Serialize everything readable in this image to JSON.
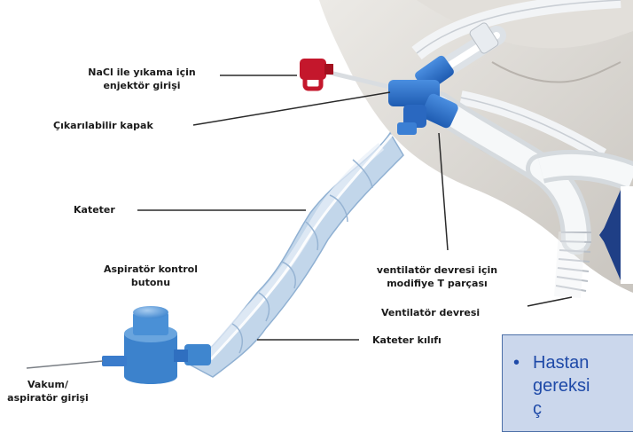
{
  "labels": {
    "nacl_line1": "NaCl ile yıkama  için",
    "nacl_line2": "enjektör girişi",
    "kapak": "Çıkarılabilir  kapak",
    "kateter": "Kateter",
    "aspirator_line1": "Aspiratör kontrol",
    "aspirator_line2": "butonu",
    "vakum_line1": "Vakum/",
    "vakum_line2": "aspiratör girişi",
    "t_parca_line1": "ventilatör devresi için",
    "t_parca_line2": "modifiye T parçası",
    "ventilator_devresi": "Ventilatör devresi",
    "kateter_kilifi": "Kateter kılıfı"
  },
  "note": {
    "line1": "Hastan",
    "line2": "gereksi",
    "line3": "ç"
  },
  "colors": {
    "tube_blue": "#2f6fc8",
    "sleeve_blue": "#b9cfe6",
    "cap_red": "#c4172c",
    "note_bg": "#cbd7ec",
    "note_text": "#1f4aa8",
    "arrow_dark": "#1f3f86"
  }
}
